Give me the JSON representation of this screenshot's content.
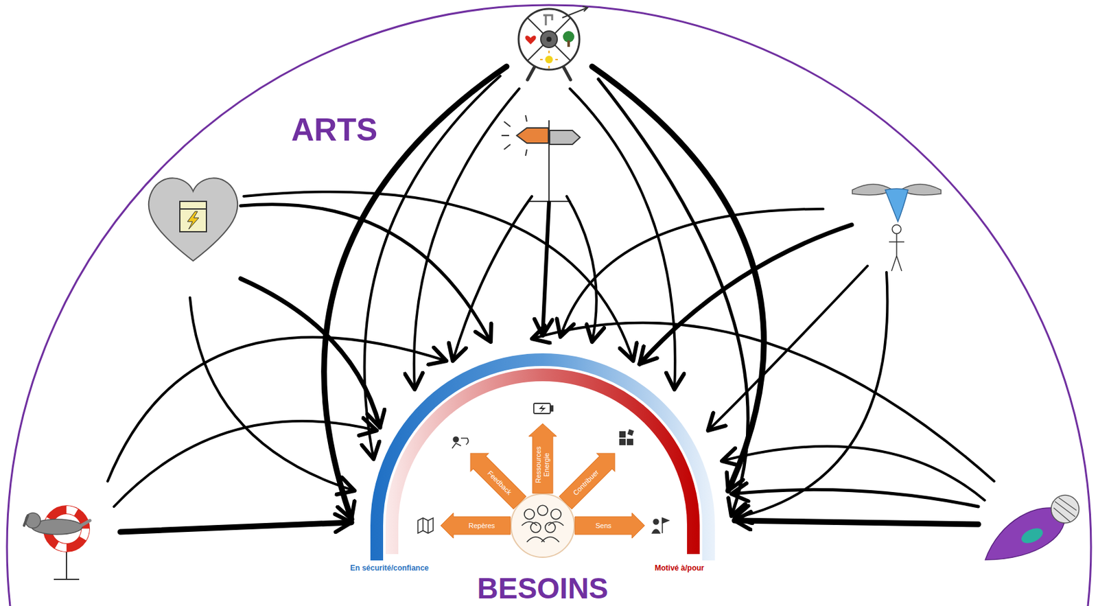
{
  "diagram": {
    "nodes": [
      {
        "text": [
          "En sécurité/confiance",
          "Motivé à/pour",
          "BESOINS"
        ]
      },
      {
        "text": [
          "Repères"
        ],
        "in": 0
      },
      {
        "text": [
          "Feedback"
        ],
        "in": 0
      },
      {
        "text": [
          "Ressources Energie"
        ],
        "in": 0
      },
      {
        "text": [
          "Contribuer"
        ],
        "in": 0
      },
      {
        "text": [
          "Sens"
        ],
        "in": 0
      }
    ],
    "labels": [
      "ARTS"
    ]
  }
}
